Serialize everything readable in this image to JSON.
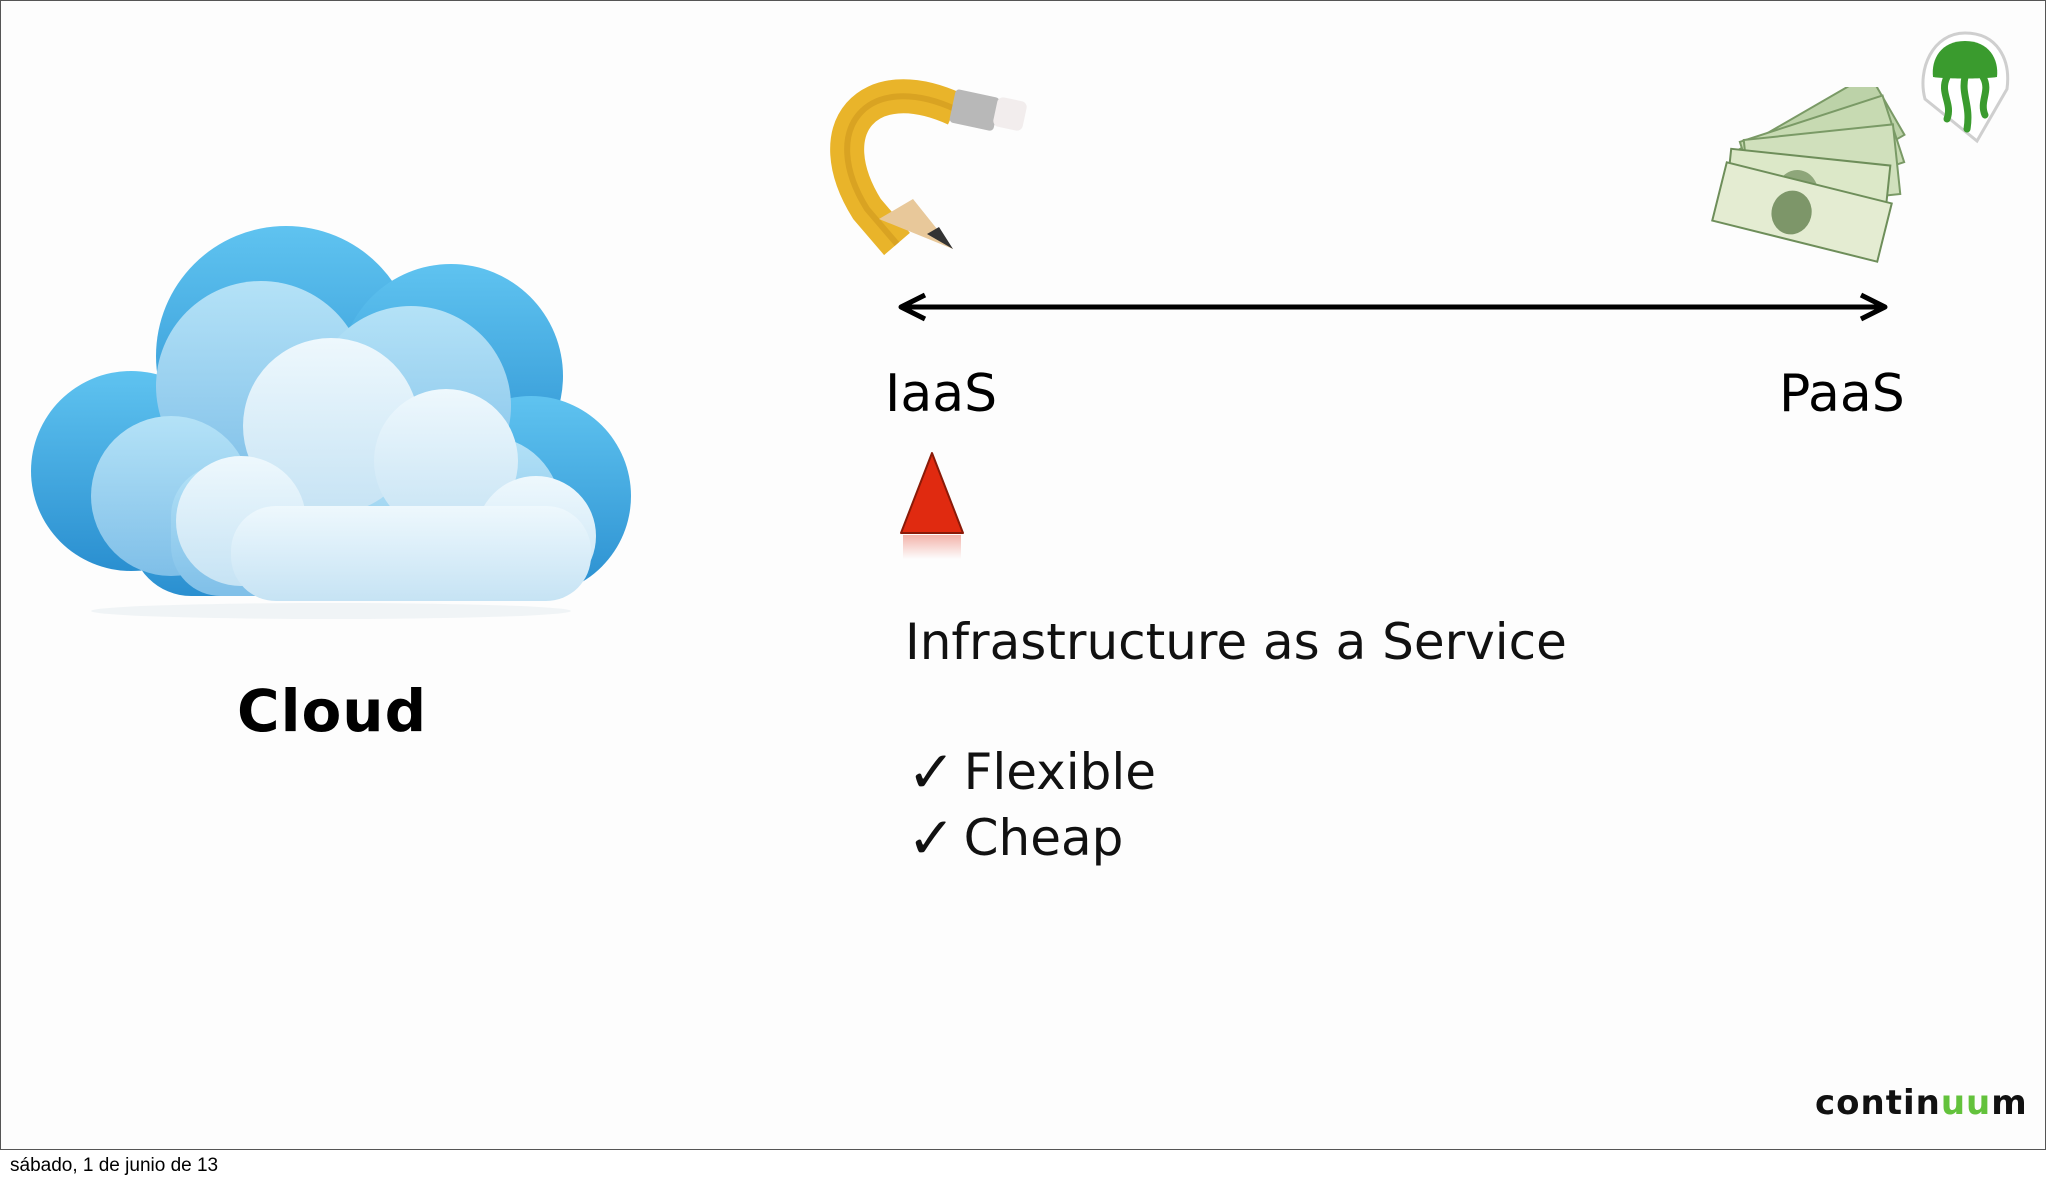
{
  "slide": {
    "cloud_label": "Cloud",
    "scale_left": "IaaS",
    "scale_right": "PaaS",
    "title": "Infrastructure as a Service",
    "bullets": [
      {
        "mark": "✓",
        "text": "Flexible"
      },
      {
        "mark": "✓",
        "text": "Cheap"
      }
    ],
    "brand": {
      "prefix": "contin",
      "highlight": "uu",
      "suffix": "m"
    }
  },
  "footer": {
    "date": "sábado, 1 de junio de 13"
  },
  "colors": {
    "cloud_blue": "#3fa9e0",
    "pointer_red": "#e02a10",
    "brand_green": "#63c23c",
    "logo_green": "#3a9b2e"
  },
  "icons": [
    "cloud-icon",
    "bent-pencil-icon",
    "money-stack-icon",
    "jellyfish-logo-icon",
    "red-triangle-pointer-icon"
  ]
}
